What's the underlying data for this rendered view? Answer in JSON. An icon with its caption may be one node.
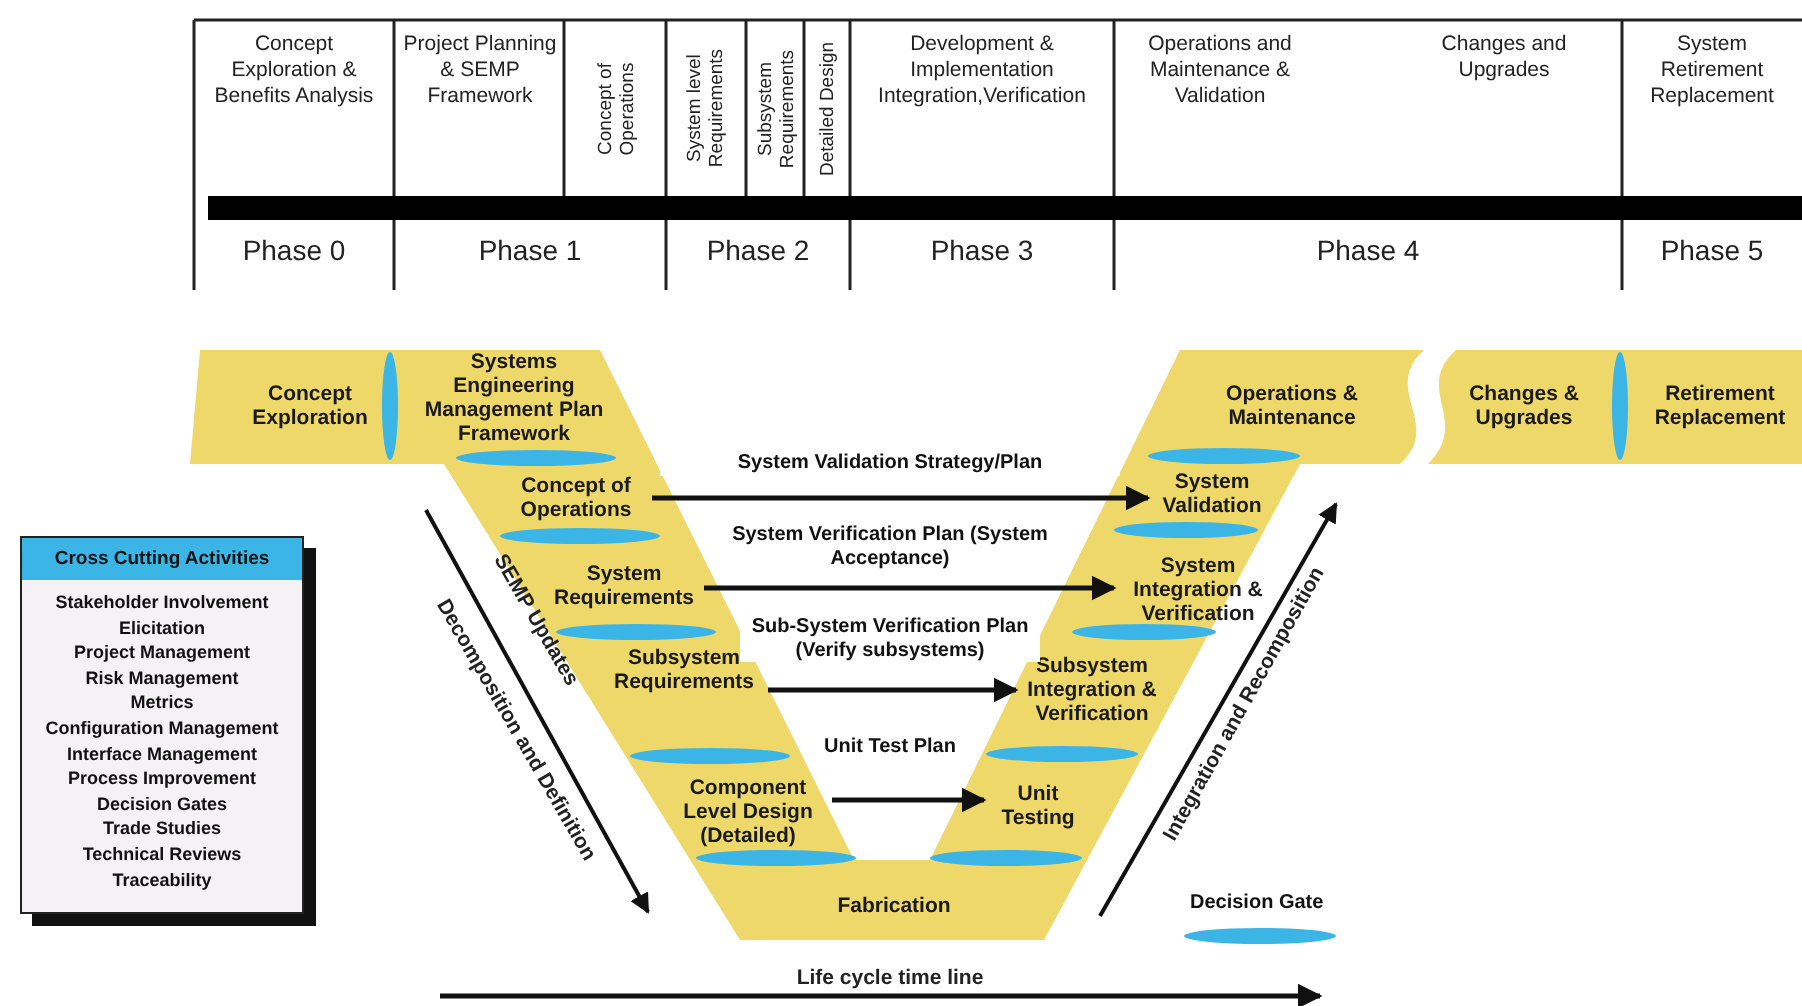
{
  "diagram": {
    "nodes": [
      {
        "text": [
          "Concept Exploration"
        ]
      },
      {
        "text": [
          "Systems Engineering Management Plan Framework"
        ]
      },
      {
        "text": [
          "Concept of Operations"
        ]
      },
      {
        "text": [
          "System Requirements"
        ]
      },
      {
        "text": [
          "Subsystem Requirements"
        ]
      },
      {
        "text": [
          "Component Level Design (Detailed)"
        ]
      },
      {
        "text": [
          "Fabrication"
        ]
      },
      {
        "text": [
          "Unit Testing"
        ]
      },
      {
        "text": [
          "Subsystem Integration & Verification"
        ]
      },
      {
        "text": [
          "System Integration & Verification"
        ]
      },
      {
        "text": [
          "System Validation"
        ]
      },
      {
        "text": [
          "Operations & Maintenance"
        ]
      },
      {
        "text": [
          "Changes & Upgrades"
        ]
      },
      {
        "text": [
          "Retirement Replacement"
        ]
      },
      {
        "text": [
          "Cross Cutting Activities",
          "Stakeholder Involvement",
          "Elicitation",
          "Project Management",
          "Risk Management",
          "Metrics",
          "Configuration Management",
          "Interface Management",
          "Process Improvement",
          "Decision Gates",
          "Trade Studies",
          "Technical Reviews",
          "Traceability"
        ]
      }
    ],
    "edges": [
      {
        "from": 2,
        "to": 10,
        "arrow": "to",
        "label": "System Validation Strategy/Plan"
      },
      {
        "from": 3,
        "to": 9,
        "arrow": "to",
        "label": "System Verification Plan (System Acceptance)"
      },
      {
        "from": 4,
        "to": 8,
        "arrow": "to",
        "label": "Sub-System Verification Plan (Verify subsystems)"
      },
      {
        "from": 5,
        "to": 7,
        "arrow": "to",
        "label": "Unit Test Plan"
      }
    ],
    "labels": [
      "Concept Exploration & Benefits Analysis",
      "Project Planning & SEMP Framework",
      "Concept of Operations",
      "System level Requirements",
      "Subsystem Requirements",
      "Detailed Design",
      "Development & Implementation Integration,Verification",
      "Operations and Maintenance & Validation",
      "Changes and Upgrades",
      "System Retirement Replacement",
      "Phase 0",
      "Phase 1",
      "Phase 2",
      "Phase 3",
      "Phase 4",
      "Phase 5",
      "SEMP Updates",
      "Decomposition and Definition",
      "Integration and Recomposition",
      "Life cycle time line"
    ],
    "legend": [
      {
        "text": "Decision Gate"
      }
    ]
  }
}
